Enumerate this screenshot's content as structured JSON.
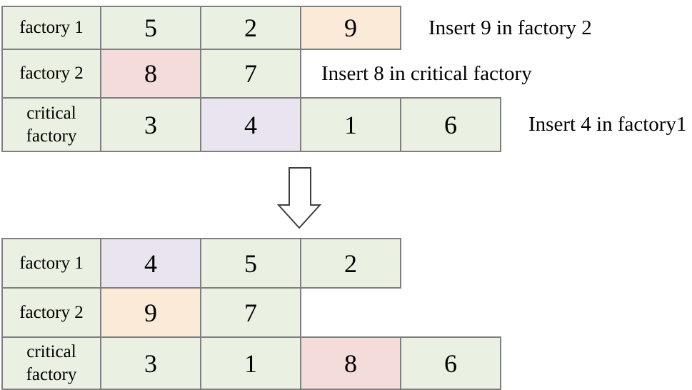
{
  "colors": {
    "cell_green": "#ebf1e2",
    "cell_peach": "#fcead9",
    "cell_pink": "#f3dcda",
    "cell_lavender": "#e9e4ef",
    "grid_border": "#7f7f7f",
    "arrow_outline": "#3f3f3f",
    "text": "#000000"
  },
  "before": {
    "rows": [
      {
        "label": "factory 1",
        "cells": [
          {
            "value": "5",
            "color": "green"
          },
          {
            "value": "2",
            "color": "green"
          },
          {
            "value": "9",
            "color": "peach"
          }
        ],
        "annotation": "Insert 9 in factory 2"
      },
      {
        "label": "factory 2",
        "cells": [
          {
            "value": "8",
            "color": "pink"
          },
          {
            "value": "7",
            "color": "green"
          }
        ],
        "annotation": "Insert 8 in critical factory"
      },
      {
        "label": "critical factory",
        "cells": [
          {
            "value": "3",
            "color": "green"
          },
          {
            "value": "4",
            "color": "lavender"
          },
          {
            "value": "1",
            "color": "green"
          },
          {
            "value": "6",
            "color": "green"
          }
        ],
        "annotation": "Insert 4 in factory1"
      }
    ]
  },
  "after": {
    "rows": [
      {
        "label": "factory 1",
        "cells": [
          {
            "value": "4",
            "color": "lavender"
          },
          {
            "value": "5",
            "color": "green"
          },
          {
            "value": "2",
            "color": "green"
          }
        ]
      },
      {
        "label": "factory 2",
        "cells": [
          {
            "value": "9",
            "color": "peach"
          },
          {
            "value": "7",
            "color": "green"
          }
        ]
      },
      {
        "label": "critical factory",
        "cells": [
          {
            "value": "3",
            "color": "green"
          },
          {
            "value": "1",
            "color": "green"
          },
          {
            "value": "8",
            "color": "pink"
          },
          {
            "value": "6",
            "color": "green"
          }
        ]
      }
    ]
  }
}
